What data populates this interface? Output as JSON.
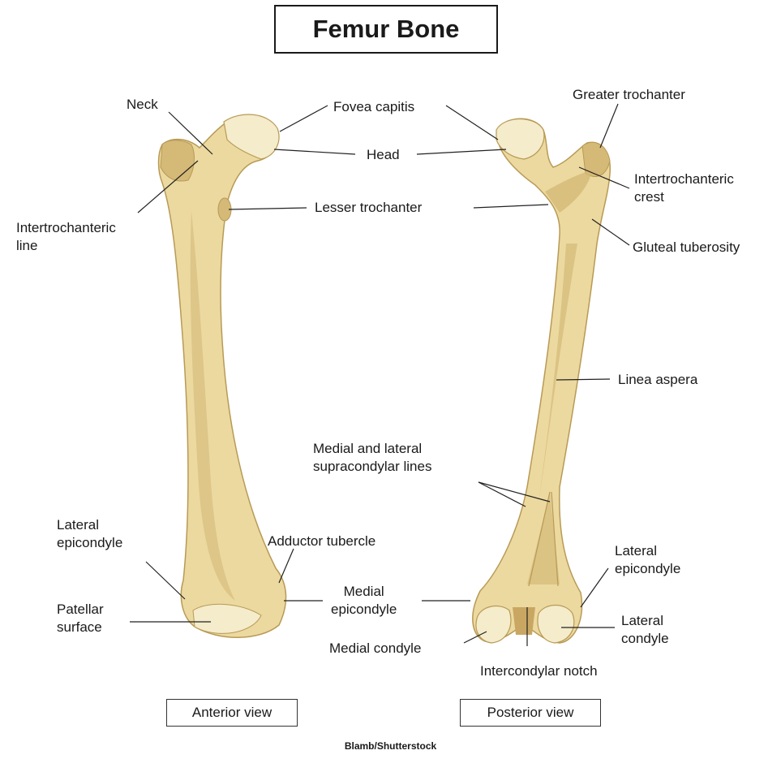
{
  "title": "Femur Bone",
  "views": {
    "anterior": "Anterior view",
    "posterior": "Posterior view"
  },
  "credit": "Blamb/Shutterstock",
  "colors": {
    "bone": "#ecd9a0",
    "bone_shadow": "#d4b977",
    "bone_dark": "#b89a55",
    "cartilage": "#f4eccb",
    "leader": "#222222"
  },
  "labels": {
    "neck": "Neck",
    "fovea_capitis": "Fovea capitis",
    "head": "Head",
    "greater_trochanter": "Greater trochanter",
    "intertrochanteric_crest": "Intertrochanteric\ncrest",
    "intertrochanteric_line": "Intertrochanteric\nline",
    "lesser_trochanter": "Lesser trochanter",
    "gluteal_tuberosity": "Gluteal tuberosity",
    "linea_aspera": "Linea aspera",
    "supracondylar_lines": "Medial and lateral\nsupracondylar lines",
    "lateral_epicondyle_anterior": "Lateral\nepicondyle",
    "adductor_tubercle": "Adductor tubercle",
    "lateral_epicondyle_posterior": "Lateral\nepicondyle",
    "medial_epicondyle": "Medial\nepicondyle",
    "patellar_surface": "Patellar\nsurface",
    "lateral_condyle": "Lateral\ncondyle",
    "medial_condyle": "Medial condyle",
    "intercondylar_notch": "Intercondylar notch"
  }
}
